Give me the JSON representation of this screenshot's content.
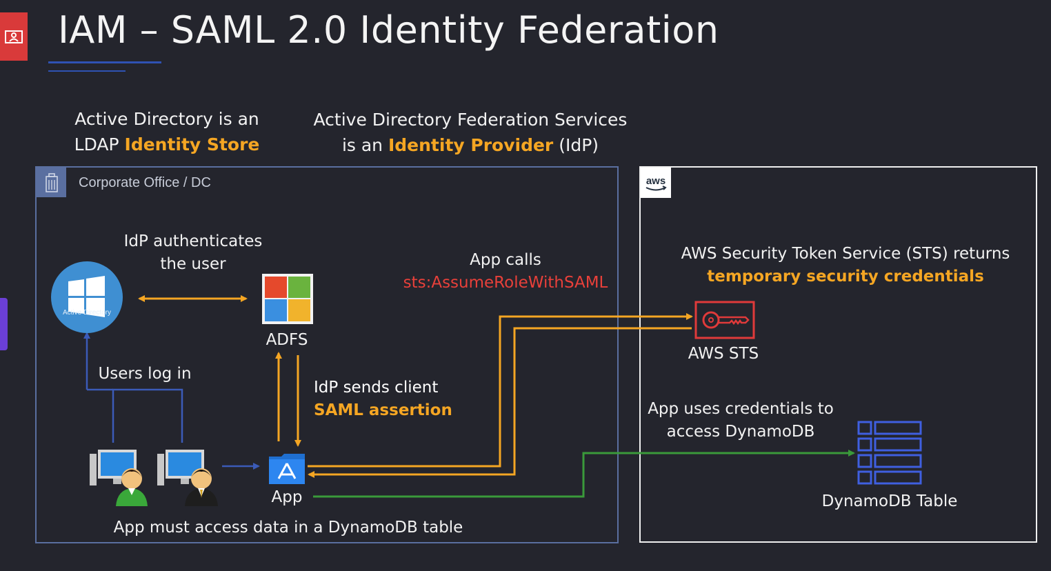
{
  "title": "IAM – SAML 2.0 Identity Federation",
  "headings": {
    "ad_line1": "Active Directory is an",
    "ad_line2_plain": "LDAP ",
    "ad_line2_hl": "Identity Store",
    "adfs_line1": "Active Directory Federation Services",
    "adfs_line2_plain": "is an ",
    "adfs_line2_hl": "Identity Provider",
    "adfs_line2_end": " (IdP)"
  },
  "corporate": {
    "label": "Corporate Office / DC",
    "active_directory_caption": "Active Directory",
    "idp_auth_line1": "IdP authenticates",
    "idp_auth_line2": "the user",
    "adfs": "ADFS",
    "users_log_in": "Users log in",
    "idp_sends_line1": "IdP sends client",
    "idp_sends_line2": "SAML assertion",
    "app": "App",
    "app_calls": "App calls",
    "app_calls_api": "sts:AssumeRoleWithSAML",
    "footer": "App must access data in a DynamoDB table"
  },
  "aws": {
    "logo_text": "aws",
    "sts_line1": "AWS Security Token Service (STS) returns",
    "sts_line2": "temporary security credentials",
    "sts_label": "AWS STS",
    "uses_line1": "App uses credentials to",
    "uses_line2": "access DynamoDB",
    "dynamo_label": "DynamoDB Table"
  },
  "colors": {
    "background": "#24252d",
    "accent": "#f5a623",
    "red": "#e8403a",
    "green": "#3a9a3a",
    "blue": "#2f52b3"
  },
  "icons": [
    "presentation-badge-icon",
    "building-icon",
    "windows-logo-icon",
    "microsoft-logo-icon",
    "user-computer-icon",
    "app-folder-icon",
    "key-icon",
    "dynamodb-table-icon",
    "aws-logo-icon"
  ]
}
